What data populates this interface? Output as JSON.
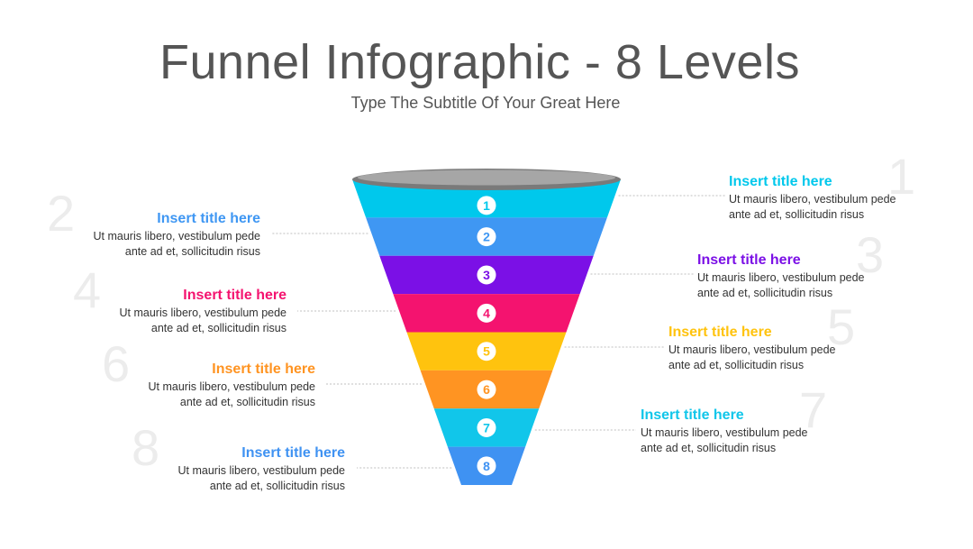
{
  "header": {
    "title": "Funnel Infographic - 8 Levels",
    "subtitle": "Type The Subtitle Of Your Great Here"
  },
  "colors": {
    "connector": "#bfbfbf",
    "rim": "#7a7a7a",
    "rim_inner": "#a6a6a6",
    "badge_bg": "#ffffff"
  },
  "levels": [
    {
      "num": "1",
      "color": "#00C8EC",
      "title": "Insert title here",
      "desc1": "Ut mauris libero, vestibulum pede",
      "desc2": "ante ad et, sollicitudin risus"
    },
    {
      "num": "2",
      "color": "#3F97F3",
      "title": "Insert title here",
      "desc1": "Ut mauris libero, vestibulum pede",
      "desc2": "ante ad et, sollicitudin risus"
    },
    {
      "num": "3",
      "color": "#7B10E6",
      "title": "Insert title here",
      "desc1": "Ut mauris libero, vestibulum pede",
      "desc2": "ante ad et, sollicitudin risus"
    },
    {
      "num": "4",
      "color": "#F4136F",
      "title": "Insert title here",
      "desc1": "Ut mauris libero, vestibulum pede",
      "desc2": "ante ad et, sollicitudin risus"
    },
    {
      "num": "5",
      "color": "#FFC30E",
      "title": "Insert title here",
      "desc1": "Ut mauris libero, vestibulum pede",
      "desc2": "ante ad et, sollicitudin risus"
    },
    {
      "num": "6",
      "color": "#FF9422",
      "title": "Insert title here",
      "desc1": "Ut mauris libero, vestibulum pede",
      "desc2": "ante ad et, sollicitudin risus"
    },
    {
      "num": "7",
      "color": "#11C6EA",
      "title": "Insert title here",
      "desc1": "Ut mauris libero, vestibulum pede",
      "desc2": "ante ad et, sollicitudin risus"
    },
    {
      "num": "8",
      "color": "#3F92F2",
      "title": "Insert title here",
      "desc1": "Ut mauris libero, vestibulum pede",
      "desc2": "ante ad et, sollicitudin risus"
    }
  ]
}
